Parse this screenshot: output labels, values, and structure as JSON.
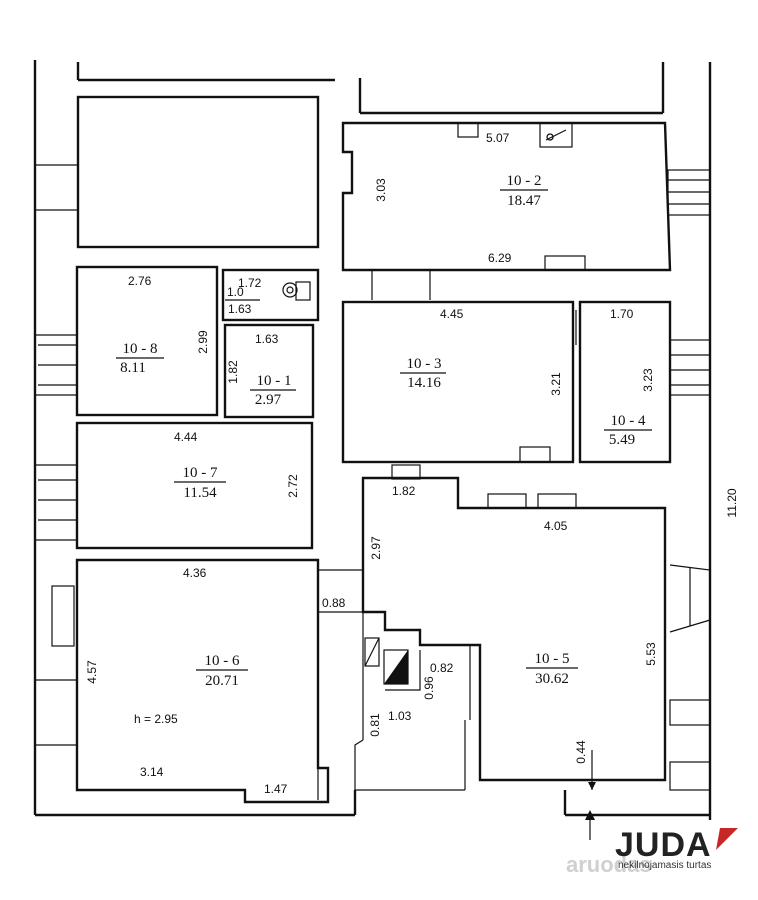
{
  "rooms": [
    {
      "id": "10 - 2",
      "area": "18.47"
    },
    {
      "id": "10 - 8",
      "area": "8.11"
    },
    {
      "id": "10 - 1",
      "area": "2.97"
    },
    {
      "id": "10 - 3",
      "area": "14.16"
    },
    {
      "id": "10 - 4",
      "area": "5.49"
    },
    {
      "id": "10 - 7",
      "area": "11.54"
    },
    {
      "id": "10 - 6",
      "area": "20.71"
    },
    {
      "id": "10 - 5",
      "area": "30.62"
    }
  ],
  "dimensions": {
    "d_5_07": "5.07",
    "d_3_03": "3.03",
    "d_6_29": "6.29",
    "d_2_76": "2.76",
    "d_2_99": "2.99",
    "d_1_72": "1.72",
    "d_1_0": "1.0",
    "d_1_63a": "1.63",
    "d_1_63b": "1.63",
    "d_1_82a": "1.82",
    "d_4_45": "4.45",
    "d_3_21": "3.21",
    "d_1_70": "1.70",
    "d_3_23": "3.23",
    "d_4_44": "4.44",
    "d_2_72": "2.72",
    "d_1_82b": "1.82",
    "d_4_05": "4.05",
    "d_2_97": "2.97",
    "d_11_20": "11.20",
    "d_4_36": "4.36",
    "d_0_88": "0.88",
    "d_4_57": "4.57",
    "d_0_82": "0.82",
    "d_0_96": "0.96",
    "d_0_81": "0.81",
    "d_1_03": "1.03",
    "d_5_53": "5.53",
    "d_0_44": "0.44",
    "d_3_14": "3.14",
    "d_1_47": "1.47"
  },
  "height_note": "h = 2.95",
  "logo": {
    "brand": "JUDA",
    "tagline": "nekilnojamasis turtas",
    "watermark": "aruodas"
  },
  "colors": {
    "line": "#111111",
    "logo_accent": "#c62828"
  }
}
